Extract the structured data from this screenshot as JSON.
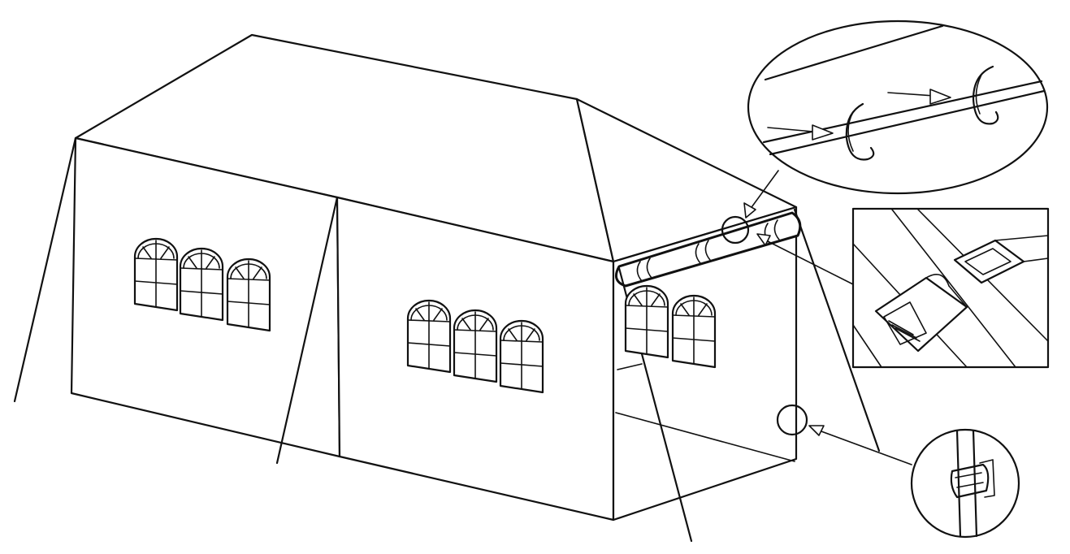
{
  "diagram": {
    "line_color": "#111111",
    "background": "#ffffff",
    "callouts": [
      {
        "kind": "detail-circle",
        "subject": "hook-on-pole",
        "icon": "hook-icon"
      },
      {
        "kind": "detail-box",
        "subject": "buckle-clip",
        "icon": "buckle-icon"
      },
      {
        "kind": "detail-circle",
        "subject": "strap-on-pole",
        "icon": "strap-icon"
      }
    ]
  }
}
